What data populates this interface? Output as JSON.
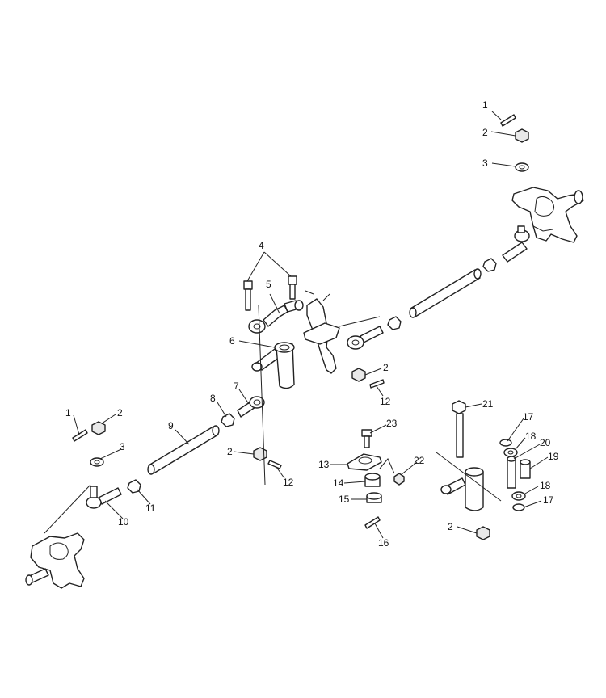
{
  "diagram": {
    "callouts": [
      {
        "id": "c1a",
        "label": "1"
      },
      {
        "id": "c2a",
        "label": "2"
      },
      {
        "id": "c3a",
        "label": "3"
      },
      {
        "id": "c4",
        "label": "4"
      },
      {
        "id": "c5",
        "label": "5"
      },
      {
        "id": "c6",
        "label": "6"
      },
      {
        "id": "c2b",
        "label": "2"
      },
      {
        "id": "c12a",
        "label": "12"
      },
      {
        "id": "c7",
        "label": "7"
      },
      {
        "id": "c8",
        "label": "8"
      },
      {
        "id": "c1b",
        "label": "1"
      },
      {
        "id": "c2c",
        "label": "2"
      },
      {
        "id": "c9",
        "label": "9"
      },
      {
        "id": "c3b",
        "label": "3"
      },
      {
        "id": "c2d",
        "label": "2"
      },
      {
        "id": "c12b",
        "label": "12"
      },
      {
        "id": "c11",
        "label": "11"
      },
      {
        "id": "c10",
        "label": "10"
      },
      {
        "id": "c23",
        "label": "23"
      },
      {
        "id": "c13",
        "label": "13"
      },
      {
        "id": "c22",
        "label": "22"
      },
      {
        "id": "c14",
        "label": "14"
      },
      {
        "id": "c15",
        "label": "15"
      },
      {
        "id": "c16",
        "label": "16"
      },
      {
        "id": "c21",
        "label": "21"
      },
      {
        "id": "c17a",
        "label": "17"
      },
      {
        "id": "c18a",
        "label": "18"
      },
      {
        "id": "c20",
        "label": "20"
      },
      {
        "id": "c19",
        "label": "19"
      },
      {
        "id": "c18b",
        "label": "18"
      },
      {
        "id": "c17b",
        "label": "17"
      },
      {
        "id": "c2e",
        "label": "2"
      }
    ]
  }
}
